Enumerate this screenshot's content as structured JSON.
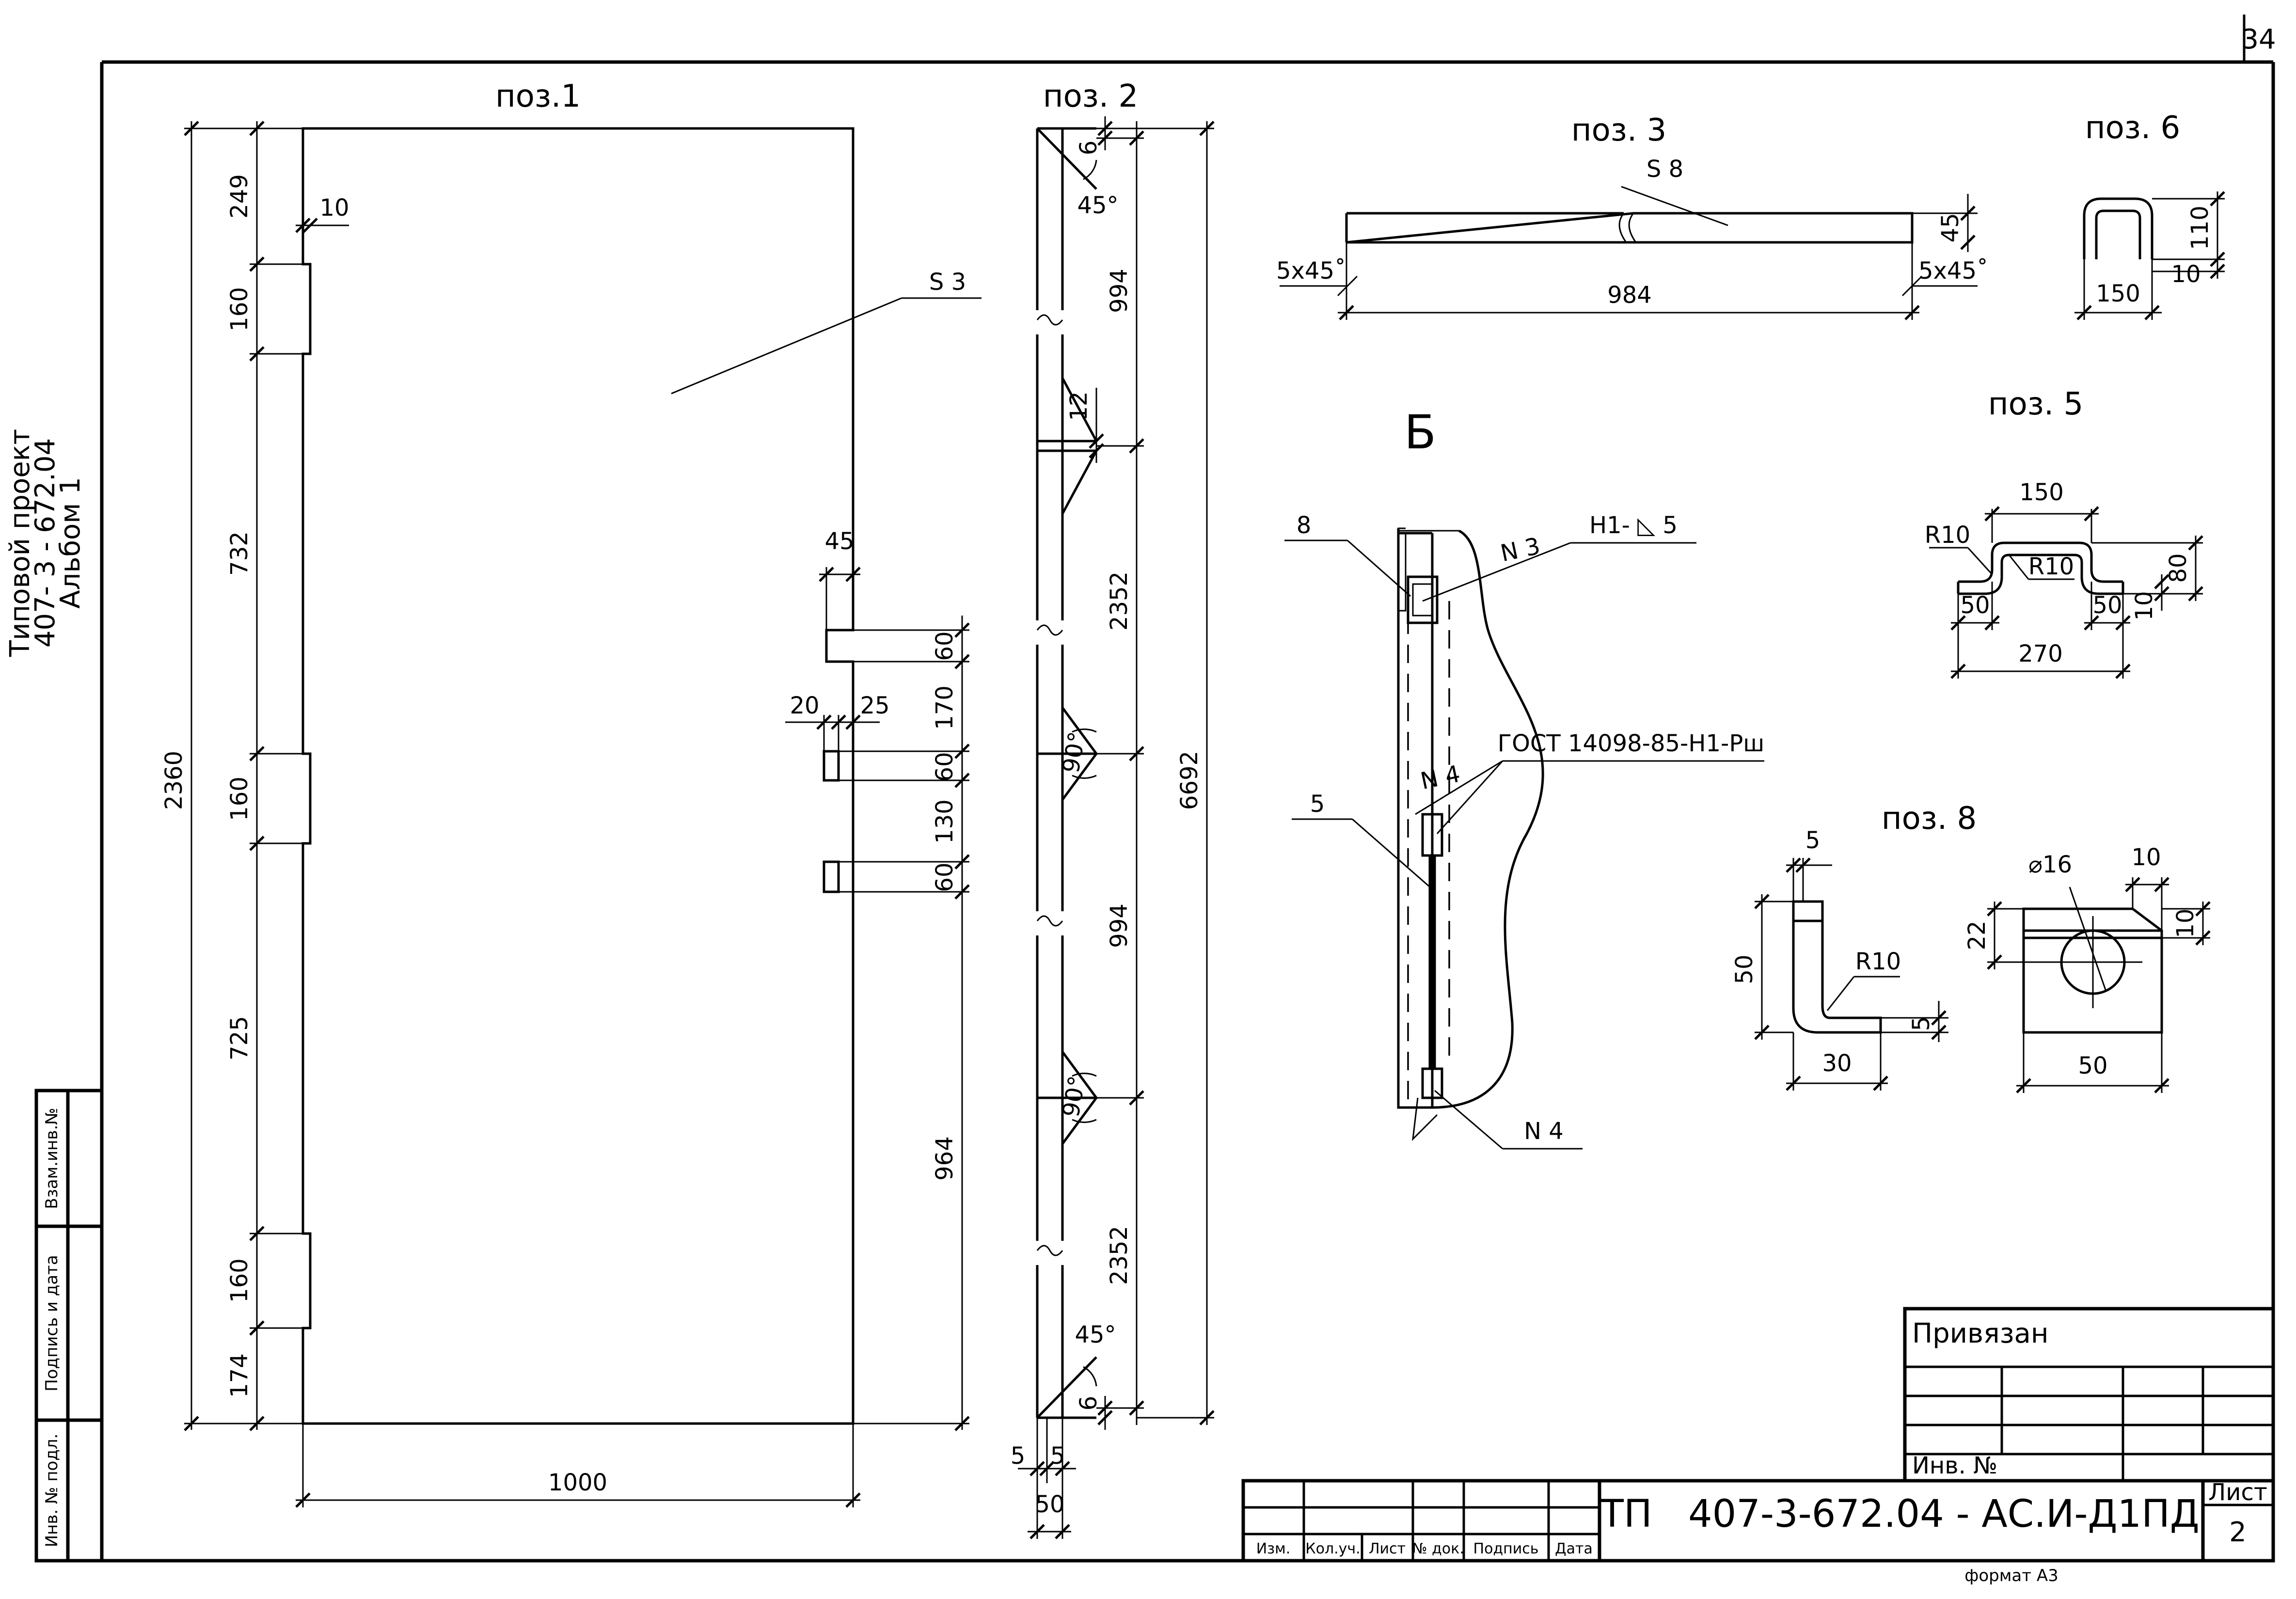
{
  "sheet": {
    "page_number": "34",
    "format_label": "формат А3",
    "side_caption": [
      "Типовой проект",
      "407- 3 - 672.04",
      "Альбом 1"
    ],
    "left_stamp": [
      "Взам.инв.№",
      "Подпись и дата",
      "Инв. № подл."
    ]
  },
  "views": {
    "poz1": {
      "title": "поз.1",
      "material": "S 3",
      "dims": {
        "d249": "249",
        "d160a": "160",
        "d732": "732",
        "d160b": "160",
        "d725": "725",
        "d160c": "160",
        "d174": "174",
        "d2360": "2360",
        "d10": "10",
        "d1000": "1000",
        "d45": "45",
        "d20": "20",
        "d25": "25",
        "d60a": "60",
        "d170": "170",
        "d60b": "60",
        "d130": "130",
        "d60c": "60",
        "d964": "964"
      }
    },
    "poz2": {
      "title": "поз. 2",
      "dims": {
        "d6a": "6",
        "a45a": "45°",
        "d994a": "994",
        "d12": "12",
        "d2352a": "2352",
        "a90a": "90°",
        "d6692": "6692",
        "d994b": "994",
        "a90b": "90°",
        "d2352b": "2352",
        "a45b": "45°",
        "d6b": "6",
        "d5a": "5",
        "d5b": "5",
        "d50": "50"
      }
    },
    "poz3": {
      "title": "поз. 3",
      "material": "S 8",
      "dims": {
        "chamfer_l": "5x45˚",
        "chamfer_r": "5x45˚",
        "d984": "984",
        "d45": "45"
      }
    },
    "poz6": {
      "title": "поз. 6",
      "dims": {
        "d110": "110",
        "d10": "10",
        "d150": "150"
      }
    },
    "poz5": {
      "title": "поз. 5",
      "dims": {
        "d150": "150",
        "r10a": "R10",
        "r10b": "R10",
        "d80": "80",
        "d50a": "50",
        "d50b": "50",
        "d10": "10",
        "d270": "270"
      }
    },
    "poz8": {
      "title": "поз. 8",
      "dims": {
        "d5a": "5",
        "d50a": "50",
        "r10": "R10",
        "d5b": "5",
        "d30": "30",
        "dia16": "⌀16",
        "d10a": "10",
        "d10b": "10",
        "d22": "22",
        "d50b": "50"
      }
    },
    "detailB": {
      "title": "Б",
      "callout_8": "8",
      "callout_5": "5",
      "weld_n3": "N 3",
      "weld_n4a": "N 4",
      "weld_n4b": "N 4",
      "weld_symbol": "Н1- ◺ 5",
      "weld_standard": "ГОСТ 14098-85-Н1-Рш"
    }
  },
  "title_block": {
    "attached": "Привязан",
    "inv_no": "Инв. №",
    "designation": "ТП   407-3-672.04 - АС.И-Д1ПД",
    "sheet_label": "Лист",
    "sheet_no": "2",
    "columns": [
      "Изм.",
      "Кол.уч.",
      "Лист",
      "№ док.",
      "Подпись",
      "Дата"
    ]
  }
}
